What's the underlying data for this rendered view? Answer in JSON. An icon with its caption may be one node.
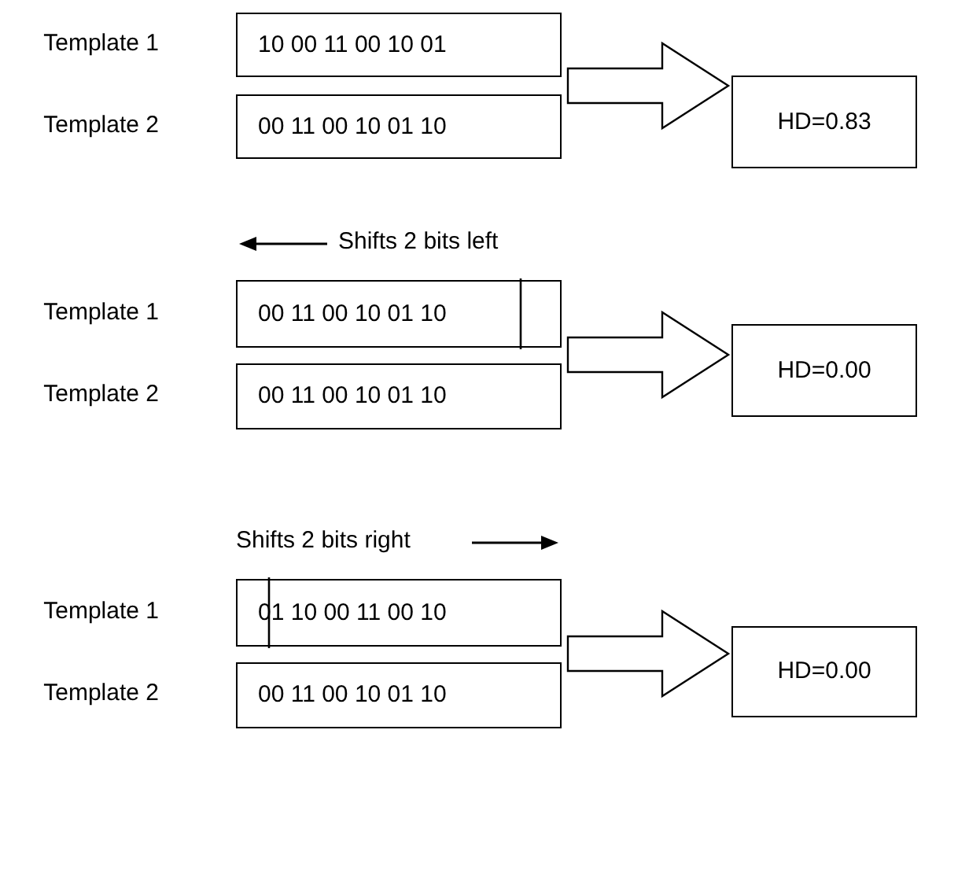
{
  "diagram": {
    "nodes": [
      {
        "text": [
          "10 00 11 00 10 01"
        ],
        "beside": [
          "Template 1"
        ]
      },
      {
        "text": [
          "00 11 00 10 01 10"
        ],
        "beside": [
          "Template 2"
        ]
      },
      {
        "text": [
          "HD=0.83"
        ]
      },
      {
        "text": [
          "00 11 00 10 01 10"
        ],
        "beside": [
          "Template 1"
        ]
      },
      {
        "text": [
          "00 11 00 10 01 10"
        ],
        "beside": [
          "Template 2"
        ]
      },
      {
        "text": [
          "HD=0.00"
        ]
      },
      {
        "text": [
          "01 10 00 11 00 10"
        ],
        "beside": [
          "Template 1"
        ]
      },
      {
        "text": [
          "00 11 00 10 01 10"
        ],
        "beside": [
          "Template 2"
        ]
      },
      {
        "text": [
          "HD=0.00"
        ]
      }
    ],
    "edges": [
      {
        "from": 0,
        "to": 2,
        "arrow": "to"
      },
      {
        "from": 1,
        "to": 2,
        "arrow": "to"
      },
      {
        "from": 3,
        "to": 5,
        "arrow": "to"
      },
      {
        "from": 4,
        "to": 5,
        "arrow": "to"
      },
      {
        "from": 6,
        "to": 8,
        "arrow": "to"
      },
      {
        "from": 7,
        "to": 8,
        "arrow": "to"
      }
    ],
    "labels": [
      "Shifts 2 bits left",
      "Shifts 2 bits right"
    ]
  }
}
